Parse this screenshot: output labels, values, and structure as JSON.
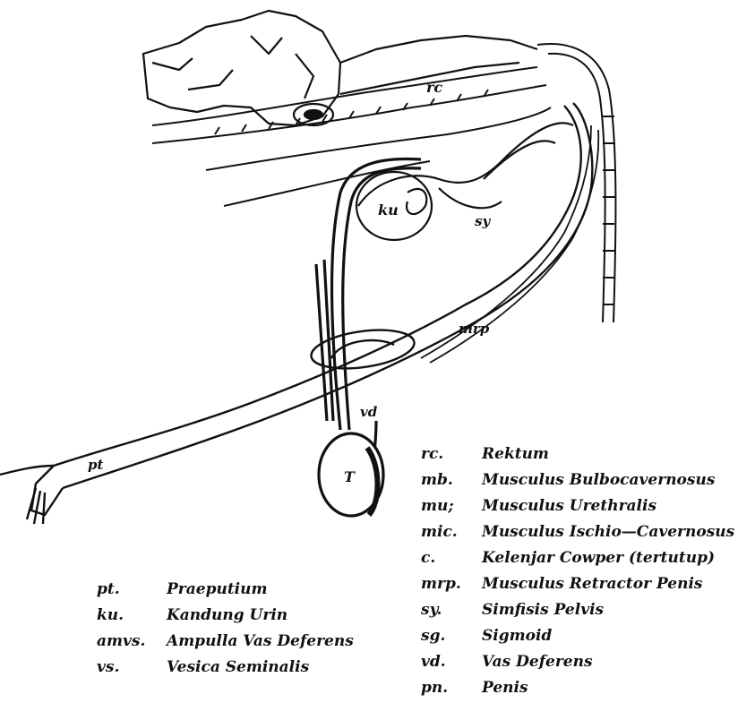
{
  "diagram_labels": {
    "rc": "rc",
    "ku": "ku",
    "sy": "sy",
    "mrp": "mrp",
    "vd": "vd",
    "pt": "pt",
    "testis": "T"
  },
  "legend_left": [
    {
      "abbr": "pt.",
      "name": "Praeputium"
    },
    {
      "abbr": "ku.",
      "name": "Kandung Urin"
    },
    {
      "abbr": "amvs.",
      "name": "Ampulla Vas Deferens"
    },
    {
      "abbr": "vs.",
      "name": "Vesica Seminalis"
    }
  ],
  "legend_right": [
    {
      "abbr": "rc.",
      "name": "Rektum"
    },
    {
      "abbr": "mb.",
      "name": "Musculus Bulbocavernosus"
    },
    {
      "abbr": "mu;",
      "name": "Musculus Urethralis"
    },
    {
      "abbr": "mic.",
      "name": "Musculus Ischio—Cavernosus"
    },
    {
      "abbr": "c.",
      "name": "Kelenjar Cowper (tertutup)"
    },
    {
      "abbr": "mrp.",
      "name": "Musculus Retractor Penis"
    },
    {
      "abbr": "sy.",
      "name": "Simfisis Pelvis"
    },
    {
      "abbr": "sg.",
      "name": "Sigmoid"
    },
    {
      "abbr": "vd.",
      "name": "Vas Deferens"
    },
    {
      "abbr": "pn.",
      "name": "Penis"
    }
  ]
}
